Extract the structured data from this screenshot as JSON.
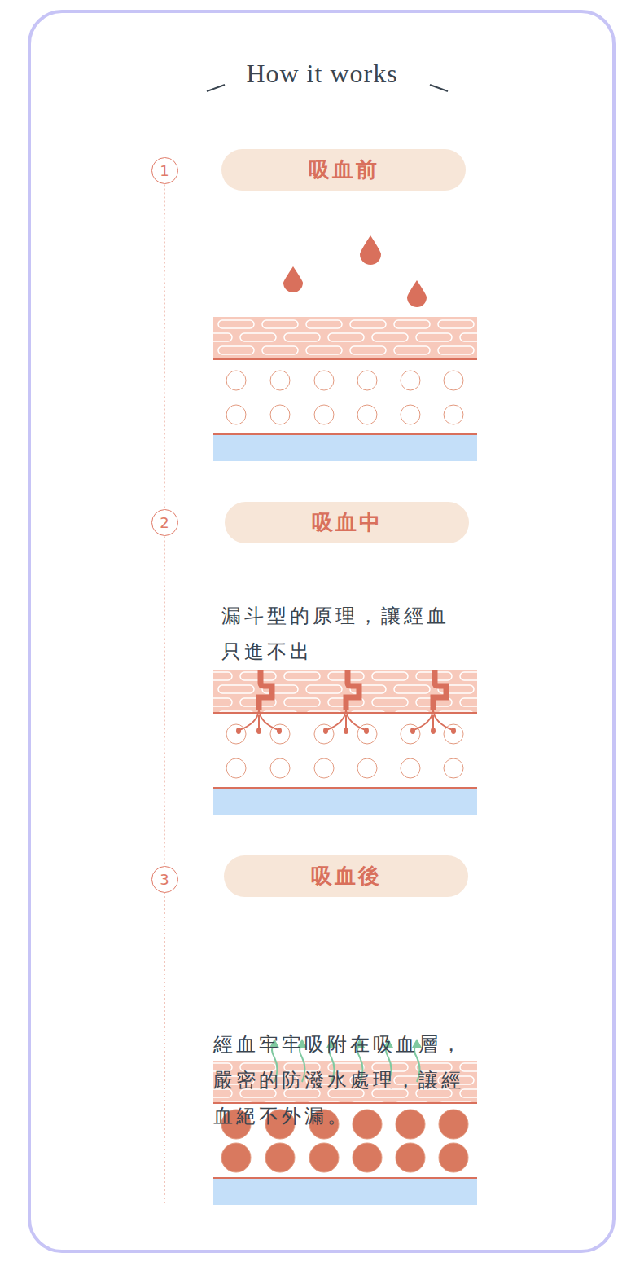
{
  "diagram": {
    "title": "How it works",
    "nodes": [
      {
        "text": [
          "1"
        ]
      },
      {
        "text": [
          "吸血前"
        ]
      },
      {
        "text": [
          "2"
        ]
      },
      {
        "text": [
          "吸血中"
        ]
      },
      {
        "text": [
          "3"
        ]
      },
      {
        "text": [
          "吸血後"
        ]
      }
    ],
    "edges": [
      {
        "from": 0,
        "to": 2,
        "arrow": "none"
      },
      {
        "from": 2,
        "to": 4,
        "arrow": "none"
      }
    ],
    "labels": [
      "漏斗型的原理，讓經血只進不出",
      "經血牢牢吸附在吸血層，嚴密的防潑水處理，讓經血絕不外漏。"
    ]
  }
}
